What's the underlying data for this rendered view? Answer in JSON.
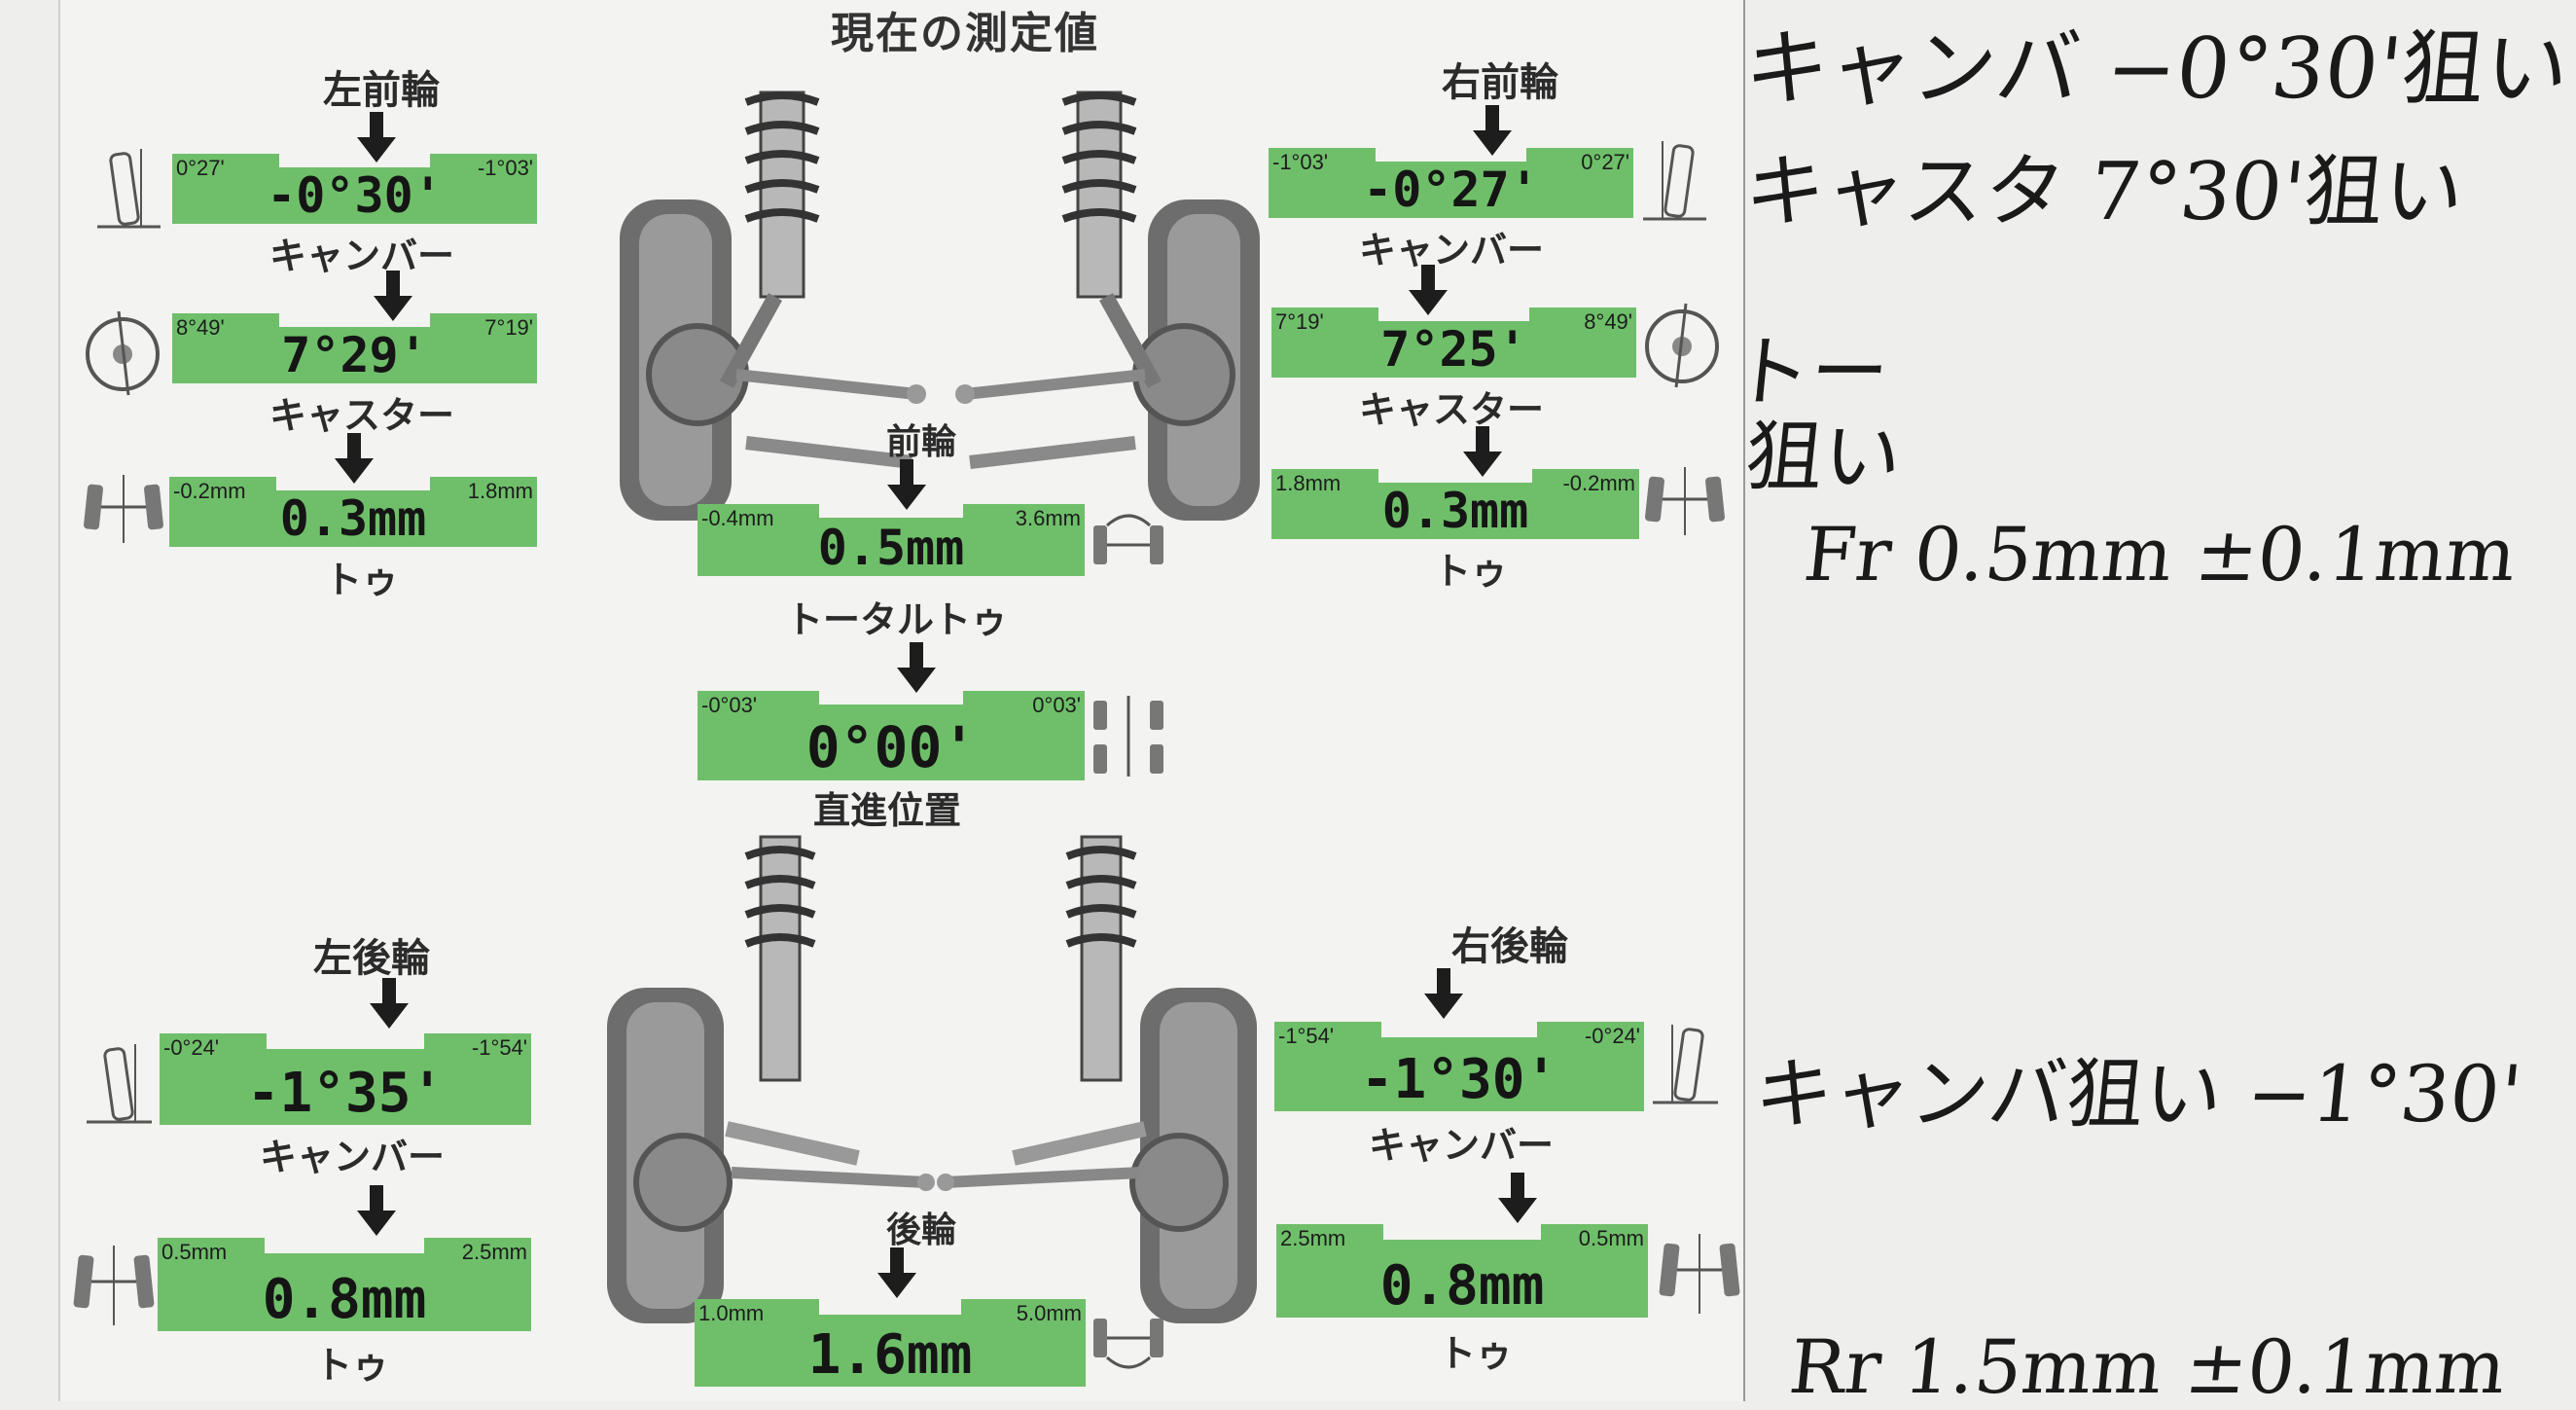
{
  "title": "現在の測定値",
  "labels": {
    "camber": "キャンバー",
    "caster": "キャスター",
    "toe": "トゥ",
    "total_toe": "トータルトゥ",
    "thrust": "直進位置"
  },
  "front": {
    "axle_title": "前輪",
    "left": {
      "title": "左前輪",
      "camber": {
        "lo": "0°27'",
        "hi": "-1°03'",
        "value": "-0°30'"
      },
      "caster": {
        "lo": "8°49'",
        "hi": "7°19'",
        "value": "7°29'"
      },
      "toe": {
        "lo": "-0.2mm",
        "hi": "1.8mm",
        "value": "0.3mm"
      }
    },
    "right": {
      "title": "右前輪",
      "camber": {
        "lo": "-1°03'",
        "hi": "0°27'",
        "value": "-0°27'"
      },
      "caster": {
        "lo": "7°19'",
        "hi": "8°49'",
        "value": "7°25'"
      },
      "toe": {
        "lo": "1.8mm",
        "hi": "-0.2mm",
        "value": "0.3mm"
      }
    },
    "total_toe": {
      "lo": "-0.4mm",
      "hi": "3.6mm",
      "value": "0.5mm"
    },
    "thrust": {
      "lo": "-0°03'",
      "hi": "0°03'",
      "value": "0°00'"
    }
  },
  "rear": {
    "axle_title": "後輪",
    "left": {
      "title": "左後輪",
      "camber": {
        "lo": "-0°24'",
        "hi": "-1°54'",
        "value": "-1°35'"
      },
      "toe": {
        "lo": "0.5mm",
        "hi": "2.5mm",
        "value": "0.8mm"
      }
    },
    "right": {
      "title": "右後輪",
      "camber": {
        "lo": "-1°54'",
        "hi": "-0°24'",
        "value": "-1°30'"
      },
      "toe": {
        "lo": "2.5mm",
        "hi": "0.5mm",
        "value": "0.8mm"
      }
    },
    "total_toe": {
      "lo": "1.0mm",
      "hi": "5.0mm",
      "value": "1.6mm"
    }
  },
  "notes": [
    "キャンバ −0°30'狙い",
    "キャスタ 7°30'狙い",
    "トー",
    "狙い",
    "Fr 0.5mm ±0.1mm",
    "キャンバ狙い −1°30'",
    "Rr 1.5mm ±0.1mm"
  ],
  "colors": {
    "gauge_fill": "#6fbf6a",
    "gauge_dark": "#3f8a3c",
    "paper": "#f3f3f1"
  }
}
